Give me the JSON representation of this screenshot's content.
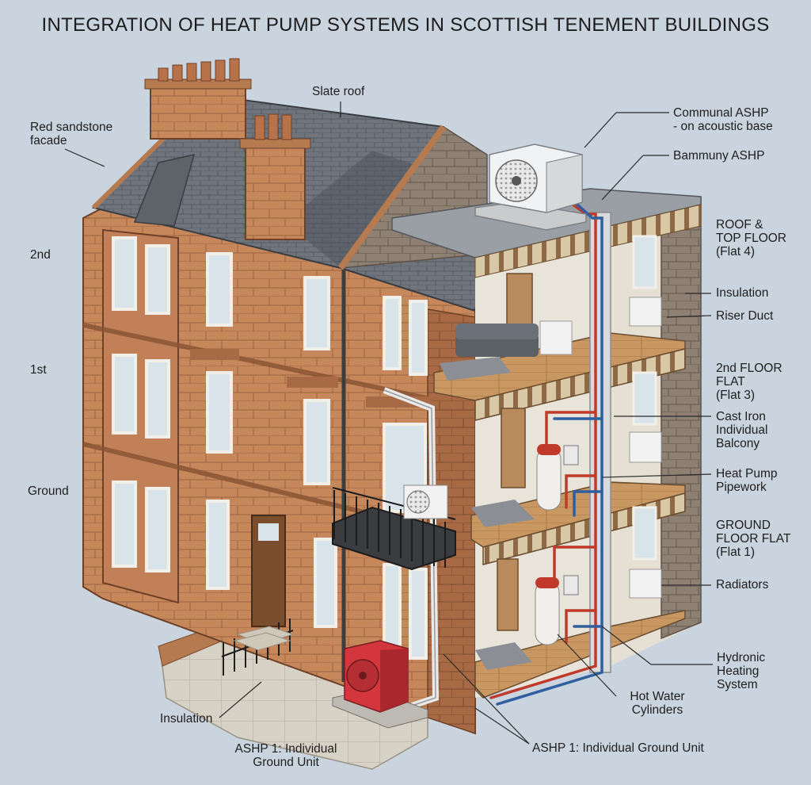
{
  "title": "INTEGRATION OF HEAT PUMP SYSTEMS IN SCOTTISH TENEMENT BUILDINGS",
  "labels": {
    "red_sandstone_facade": "Red sandstone\nfacade",
    "slate_roof": "Slate roof",
    "communal_ashp": "Communal ASHP\n- on acoustic base",
    "bammuny_ashp": "Bammuny ASHP",
    "roof_top_floor": "ROOF &\nTOP FLOOR\n(Flat 4)",
    "insulation_right": "Insulation",
    "riser_duct": "Riser Duct",
    "second_floor_flat": "2nd FLOOR\nFLAT\n(Flat 3)",
    "cast_iron_balcony": "Cast Iron\nIndividual\nBalcony",
    "heat_pump_pipework": "Heat Pump\nPipework",
    "ground_floor_flat": "GROUND\nFLOOR FLAT\n(Flat 1)",
    "radiators": "Radiators",
    "hydronic_heating": "Hydronic\nHeating\nSystem",
    "hot_water_cylinders": "Hot Water\nCylinders",
    "ashp_ground_unit_right": "ASHP 1: Individual Ground Unit",
    "ashp_ground_unit_left": "ASHP 1: Individual\nGround Unit",
    "insulation_left": "Insulation",
    "floor_2nd": "2nd",
    "floor_1st": "1st",
    "floor_ground": "Ground"
  },
  "colors": {
    "background": "#c9d4df",
    "sandstone": "#c98a5e",
    "slate": "#6b7078",
    "pipe_flow": "#c0392b",
    "pipe_return": "#2f5f9e",
    "ground_ashp": "#d3363c"
  }
}
